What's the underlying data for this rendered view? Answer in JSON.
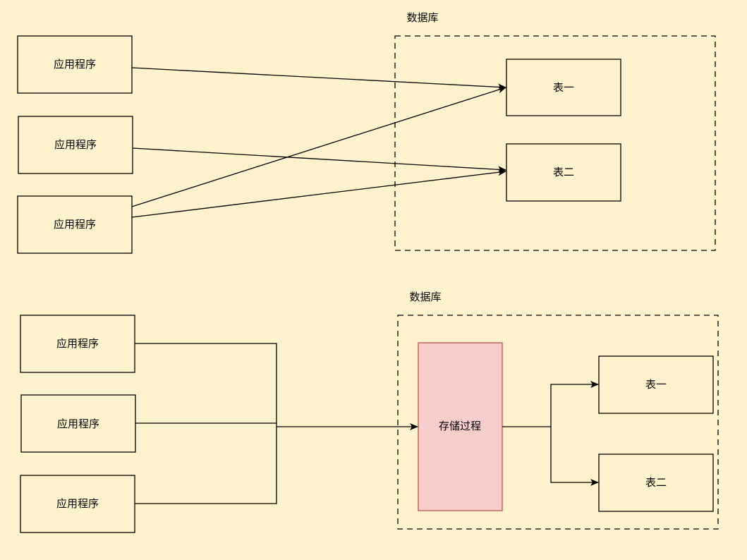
{
  "colors": {
    "background": "#fff2cc",
    "stroke": "#000000",
    "proc_fill": "#f8cecc",
    "proc_stroke": "#b85450"
  },
  "top": {
    "db_label": "数据库",
    "apps": [
      "应用程序",
      "应用程序",
      "应用程序"
    ],
    "tables": [
      "表一",
      "表二"
    ]
  },
  "bottom": {
    "db_label": "数据库",
    "apps": [
      "应用程序",
      "应用程序",
      "应用程序"
    ],
    "procedure": "存储过程",
    "tables": [
      "表一",
      "表二"
    ]
  }
}
